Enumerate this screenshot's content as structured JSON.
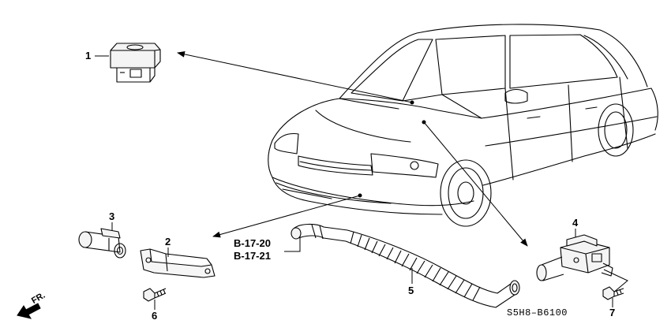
{
  "callouts": {
    "part1": "1",
    "part2": "2",
    "part3": "3",
    "part4": "4",
    "part5": "5",
    "part6": "6",
    "part7": "7"
  },
  "references": {
    "ref_a": "B-17-20",
    "ref_b": "B-17-21"
  },
  "direction_label": "FR.",
  "diagram_code": "S5H8–B6100"
}
